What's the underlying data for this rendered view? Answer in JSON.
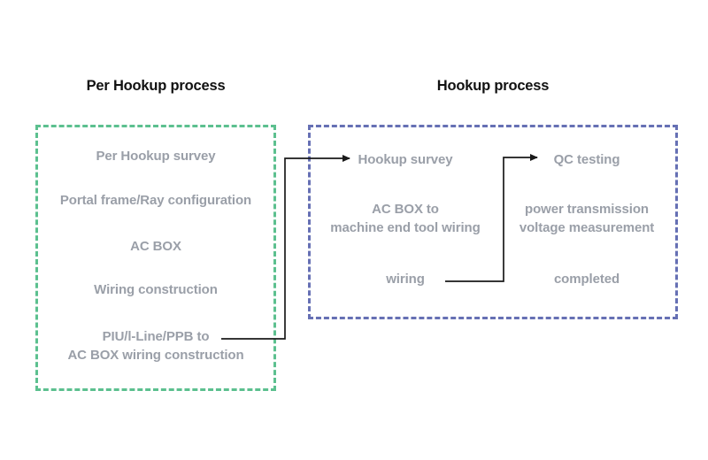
{
  "headings": {
    "left": "Per Hookup process",
    "right": "Hookup process"
  },
  "colors": {
    "left_group_border": "#5cc08f",
    "right_group_border": "#6670b4",
    "node_text": "#9a9fa8",
    "heading_text": "#111111",
    "connector": "#1a1a1a",
    "background": "#ffffff"
  },
  "left_group": {
    "border_style": "dashed",
    "items": [
      {
        "id": "l1",
        "label": "Per Hookup survey"
      },
      {
        "id": "l2",
        "label": "Portal frame/Ray configuration"
      },
      {
        "id": "l3",
        "label": "AC BOX"
      },
      {
        "id": "l4",
        "label": "Wiring construction"
      },
      {
        "id": "l5",
        "label": "PIU/l-Line/PPB to\nAC BOX wiring construction"
      }
    ]
  },
  "right_group": {
    "border_style": "dashed",
    "column_left": [
      {
        "id": "r1",
        "label": "Hookup survey"
      },
      {
        "id": "r2",
        "label": "AC BOX to\nmachine end tool wiring"
      },
      {
        "id": "r3",
        "label": "wiring"
      }
    ],
    "column_right": [
      {
        "id": "r4",
        "label": "QC testing"
      },
      {
        "id": "r5",
        "label": "power transmission\nvoltage measurement"
      },
      {
        "id": "r6",
        "label": "completed"
      }
    ]
  },
  "connectors": [
    {
      "id": "c1",
      "from": "PIU/l-Line/PPB to AC BOX wiring construction",
      "to": "Hookup survey",
      "arrowhead": true
    },
    {
      "id": "c2",
      "from": "wiring",
      "to": "QC testing",
      "arrowhead": true
    }
  ]
}
